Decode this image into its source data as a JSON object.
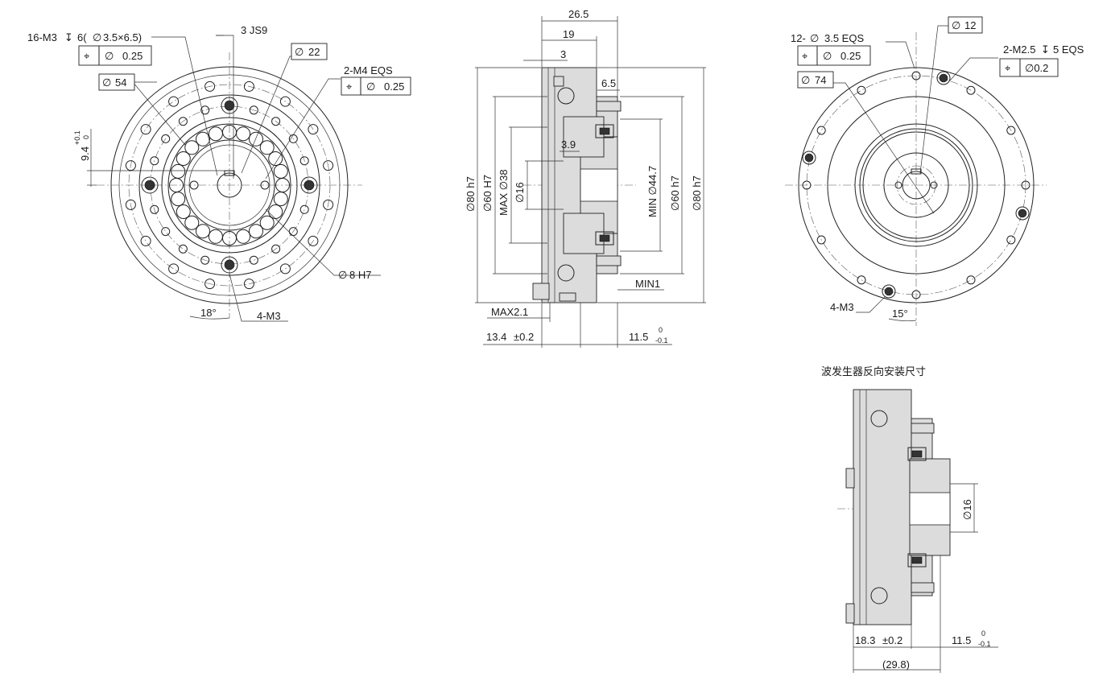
{
  "front_view": {
    "thread_note": "16-M3",
    "thread_depth_symbol": "↧",
    "thread_depth": "6(",
    "thread_diameter_symbol": "∅",
    "thread_cbore": "3.5×6.5)",
    "position_tol_symbol": "⌖",
    "position_tol_diam": "∅",
    "position_tol_value": "0.25",
    "pcd54_diam": "∅",
    "pcd54_value": "54",
    "keyway": "3 JS9",
    "pcd22_diam": "∅",
    "pcd22_value": "22",
    "m4_note": "2-M4 EQS",
    "m4_tol_symbol": "⌖",
    "m4_tol_diam": "∅",
    "m4_tol_value": "0.25",
    "keyway_depth": "9.4",
    "keyway_depth_tol_upper": "+0.1",
    "keyway_depth_tol_lower": "0",
    "bore_diam": "∅",
    "bore_value": "8 H7",
    "angle": "18°",
    "m3_note": "4-M3"
  },
  "side_view": {
    "dim_26_5": "26.5",
    "dim_19": "19",
    "dim_3": "3",
    "dim_6_5": "6.5",
    "dim_3_9": "3.9",
    "d80h7_left": "∅80 h7",
    "d60H7_left": "∅60 H7",
    "max_d38": "MAX ∅38",
    "d16": "∅16",
    "min_d44_7": "MIN ∅44.7",
    "d60h7_right": "∅60 h7",
    "d80h7_right": "∅80 h7",
    "min1": "MIN1",
    "max2_1": "MAX2.1",
    "dim_13_4": "13.4",
    "dim_13_4_tol": "±0.2",
    "dim_11_5": "11.5",
    "dim_11_5_tol_upper": "0",
    "dim_11_5_tol_lower": "-0.1"
  },
  "rear_view": {
    "d12_diam": "∅",
    "d12_value": "12",
    "holes12_note": "12-",
    "holes12_diam": "∅",
    "holes12_spec": "3.5 EQS",
    "holes12_tol_symbol": "⌖",
    "holes12_tol_diam": "∅",
    "holes12_tol_value": "0.25",
    "pcd74_diam": "∅",
    "pcd74_value": "74",
    "m25_note": "2-M2.5",
    "m25_depth_symbol": "↧",
    "m25_depth": "5 EQS",
    "m25_tol_symbol": "⌖",
    "m25_tol_value": "∅0.2",
    "m3_note": "4-M3",
    "angle": "15°"
  },
  "reverse_view": {
    "title": "波发生器反向安装尺寸",
    "d16": "∅16",
    "dim_18_3": "18.3",
    "dim_18_3_tol": "±0.2",
    "dim_11_5": "11.5",
    "dim_11_5_tol_upper": "0",
    "dim_11_5_tol_lower": "-0.1",
    "dim_29_8": "(29.8)"
  }
}
